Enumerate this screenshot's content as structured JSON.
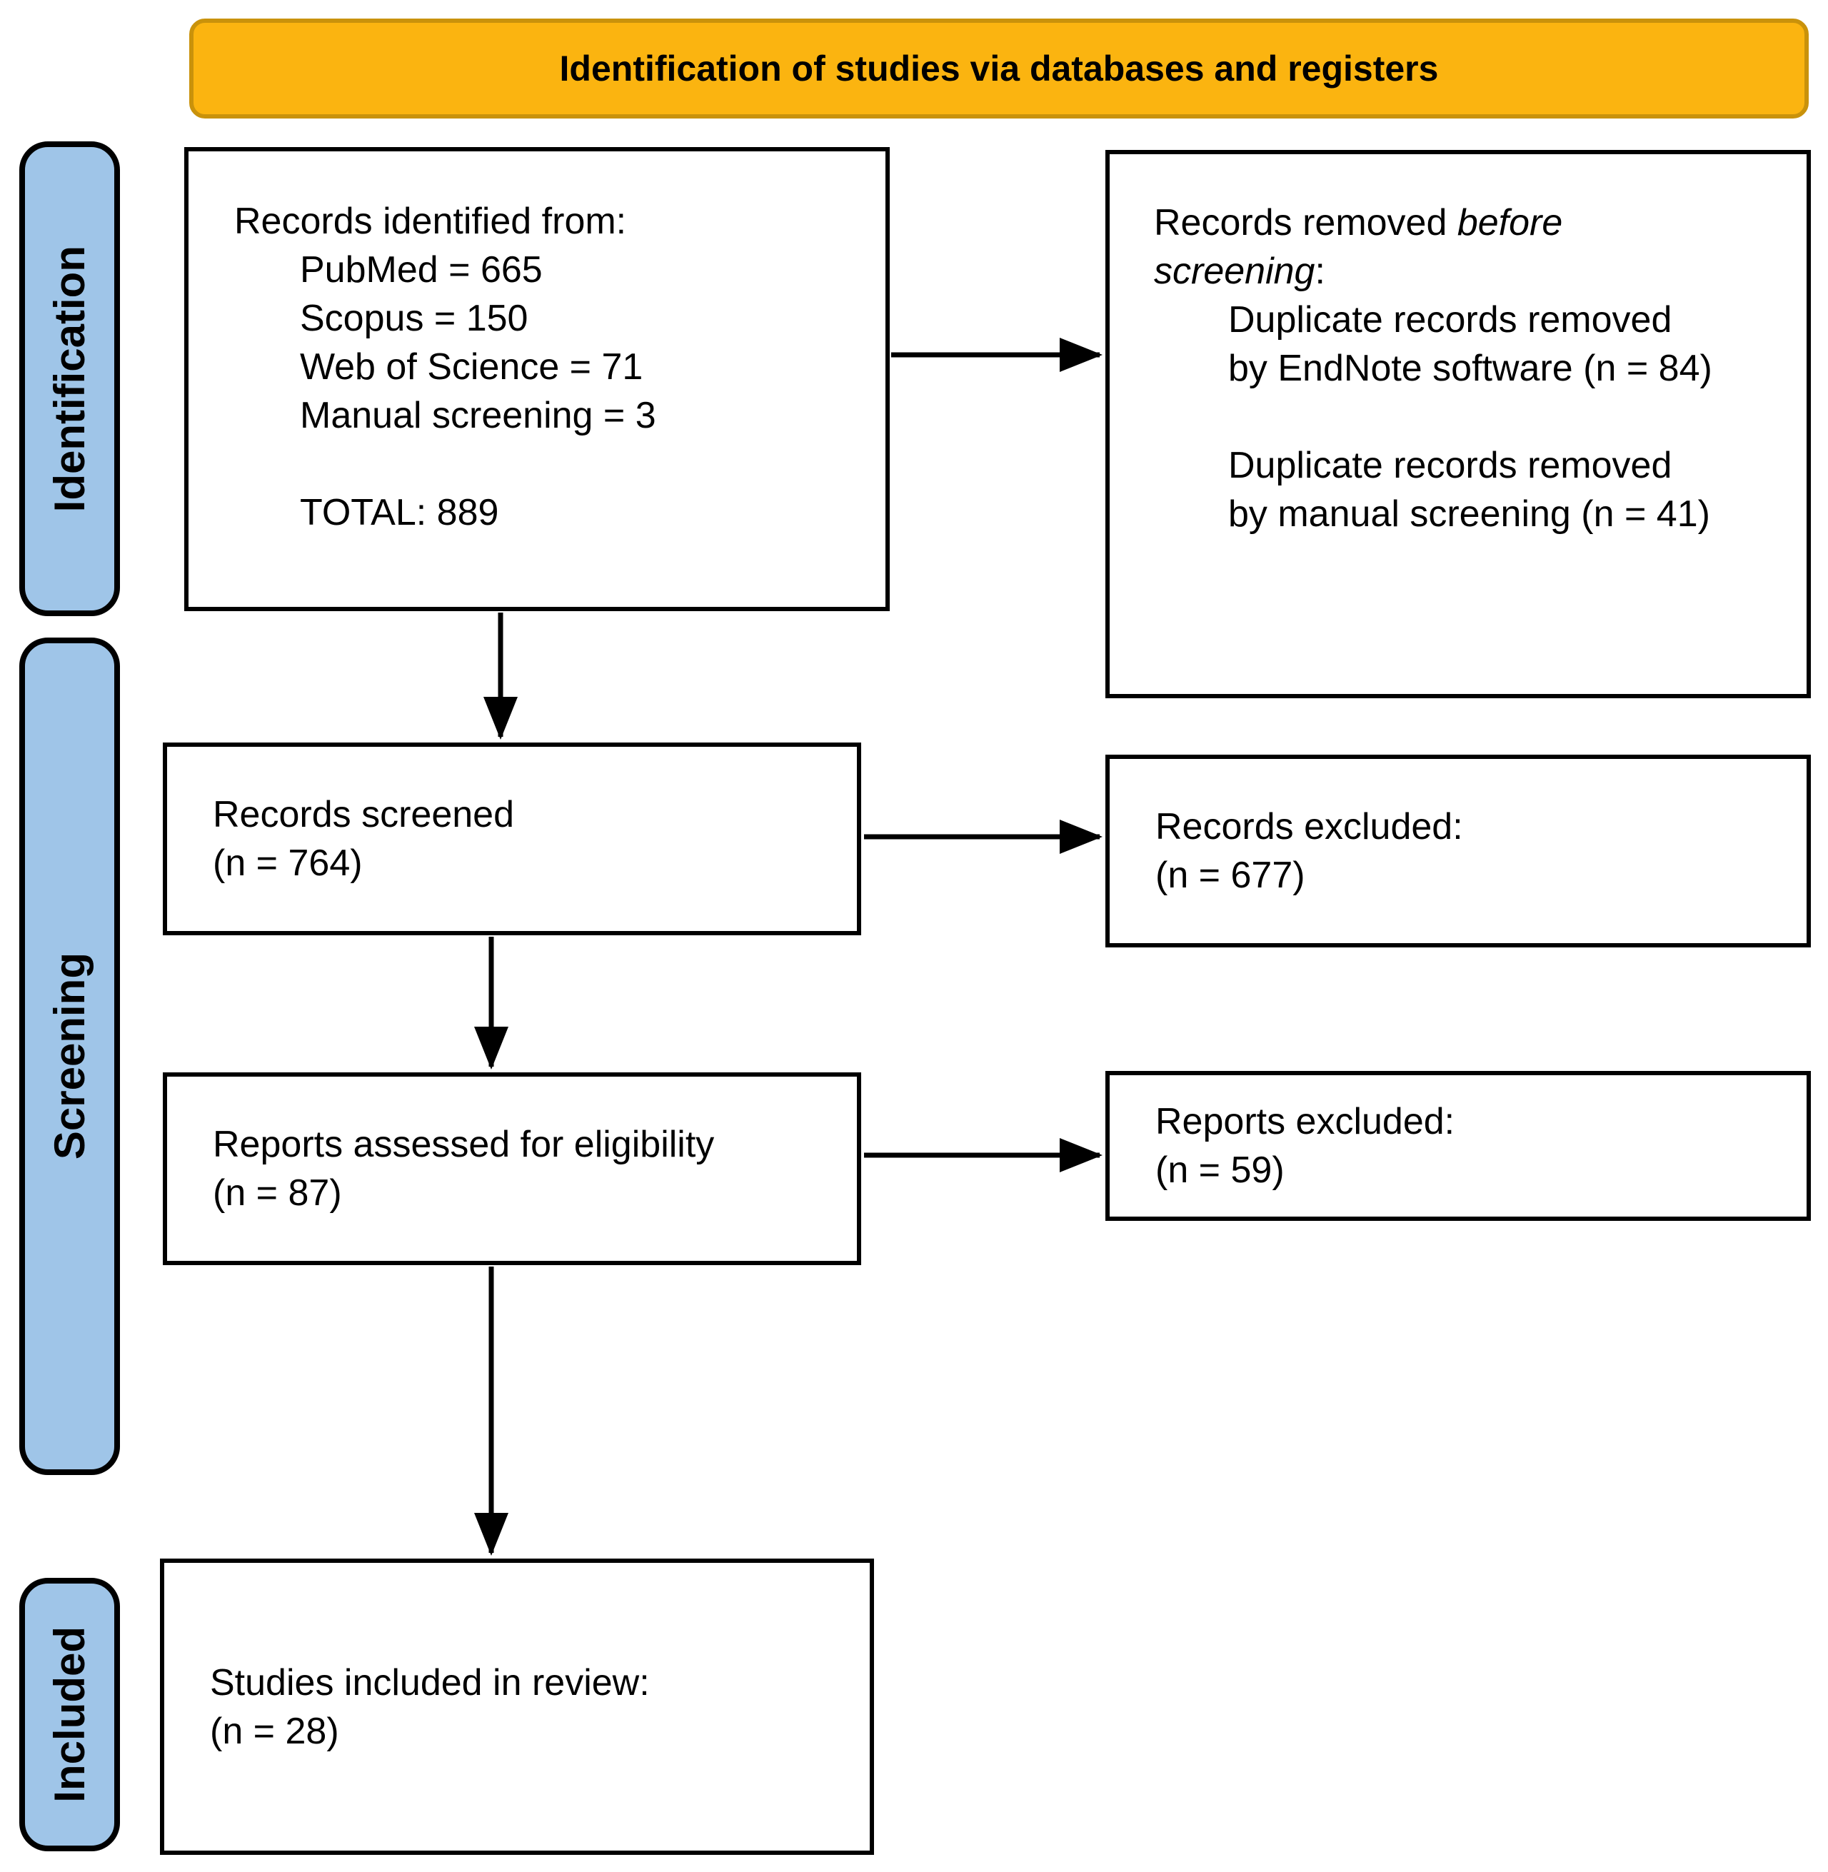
{
  "header": {
    "title": "Identification of studies via databases and registers"
  },
  "side_labels": {
    "identification": "Identification",
    "screening": "Screening",
    "included": "Included"
  },
  "boxes": {
    "records_identified": {
      "heading": "Records identified from:",
      "sources": [
        "PubMed = 665",
        "Scopus = 150",
        "Web of Science = 71",
        "Manual screening = 3"
      ],
      "total": "TOTAL: 889"
    },
    "records_removed": {
      "heading_prefix": "Records removed ",
      "heading_italic": "before screening",
      "heading_suffix": ":",
      "reasons": [
        "Duplicate records removed by EndNote software (n = 84)",
        "Duplicate records removed by manual screening (n = 41)"
      ]
    },
    "records_screened": {
      "label": "Records screened",
      "count": "(n = 764)"
    },
    "records_excluded": {
      "label": "Records excluded:",
      "count": "(n = 677)"
    },
    "reports_assessed": {
      "label": "Reports assessed for eligibility",
      "count": "(n = 87)"
    },
    "reports_excluded": {
      "label": "Reports excluded:",
      "count": "(n = 59)"
    },
    "studies_included": {
      "label": "Studies included in review:",
      "count": "(n = 28)"
    }
  },
  "colors": {
    "header_fill": "#FBB410",
    "header_border": "#C9920B",
    "label_fill": "#9FC5E8",
    "label_border": "#000000",
    "box_border": "#000000",
    "arrow": "#000000",
    "background": "#FFFFFF"
  }
}
